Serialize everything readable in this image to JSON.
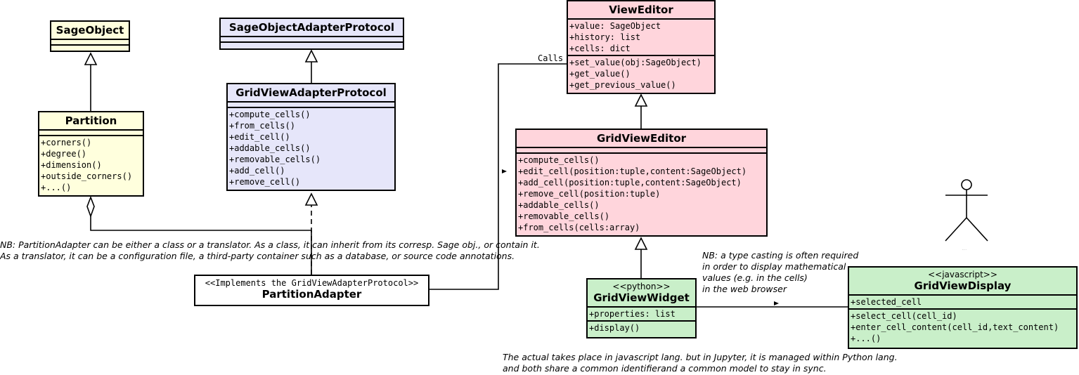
{
  "classes": {
    "sage_object": {
      "name": "SageObject"
    },
    "partition": {
      "name": "Partition",
      "operations": [
        "+corners()",
        "+degree()",
        "+dimension()",
        "+outside_corners()",
        "+...()"
      ]
    },
    "sage_object_adapter_protocol": {
      "name": "SageObjectAdapterProtocol"
    },
    "grid_view_adapter_protocol": {
      "name": "GridViewAdapterProtocol",
      "operations": [
        "+compute_cells()",
        "+from_cells()",
        "+edit_cell()",
        "+addable_cells()",
        "+removable_cells()",
        "+add_cell()",
        "+remove_cell()"
      ]
    },
    "view_editor": {
      "name": "ViewEditor",
      "attributes": [
        "+value: SageObject",
        "+history: list",
        "+cells: dict"
      ],
      "operations": [
        "+set_value(obj:SageObject)",
        "+get_value()",
        "+get_previous_value()"
      ]
    },
    "grid_view_editor": {
      "name": "GridViewEditor",
      "operations": [
        "+compute_cells()",
        "+edit_cell(position:tuple,content:SageObject)",
        "+add_cell(position:tuple,content:SageObject)",
        "+remove_cell(position:tuple)",
        "+addable_cells()",
        "+removable_cells()",
        "+from_cells(cells:array)"
      ]
    },
    "partition_adapter": {
      "stereotype": "<<Implements the GridViewAdapterProtocol>>",
      "name": "PartitionAdapter"
    },
    "grid_view_widget": {
      "stereotype": "<<python>>",
      "name": "GridViewWidget",
      "attributes": [
        "+properties: list"
      ],
      "operations": [
        "+display()"
      ]
    },
    "grid_view_display": {
      "stereotype": "<<javascript>>",
      "name": "GridViewDisplay",
      "attributes": [
        "+selected_cell"
      ],
      "operations": [
        "+select_cell(cell_id)",
        "+enter_cell_content(cell_id,text_content)",
        "+...()"
      ]
    }
  },
  "labels": {
    "calls": "Calls",
    "actor_name": "..."
  },
  "notes": {
    "partition_adapter_note": "NB: PartitionAdapter can be either a class or a translator. As a class, it can inherit from its corresp. Sage obj., or contain it.\nAs a translator, it can be a configuration file, a third-party container such as a database, or source code annotations.",
    "type_casting_note": "NB: a type casting is often required\nin order to display mathematical\nvalues (e.g. in the cells)\nin the web browser",
    "sync_note": "The actual takes place in javascript lang. but in Jupyter, it is managed within Python lang.\nand both share a common identifierand a common model to stay in sync."
  }
}
